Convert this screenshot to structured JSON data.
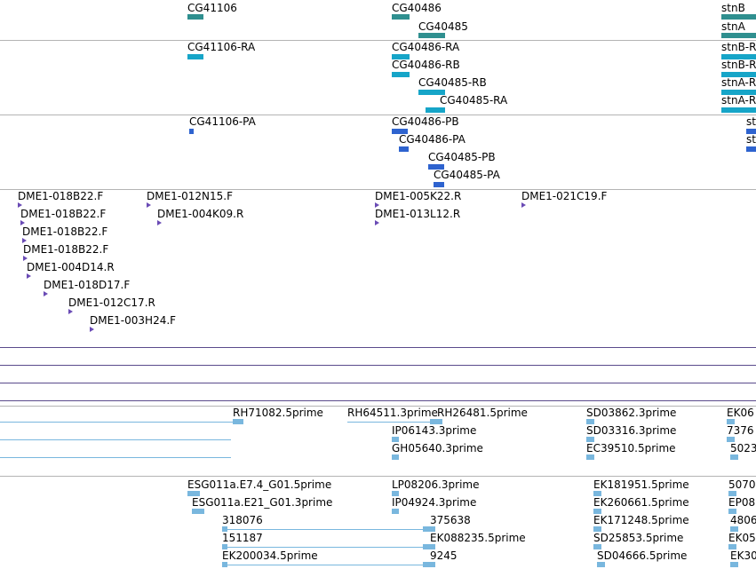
{
  "colors": {
    "gene": "#2f8f8f",
    "transcript": "#16a5c8",
    "protein": "#2e63cf",
    "bac": "#6a4bb5",
    "est": "#79b7de",
    "divider": "#b4b4b4",
    "purple_line": "#5a4a8c"
  },
  "tracks": {
    "genes": {
      "items": [
        {
          "label": "CG41106"
        },
        {
          "label": "CG40486"
        },
        {
          "label": "CG40485"
        },
        {
          "label": "stnB"
        },
        {
          "label": "stnA"
        }
      ]
    },
    "transcripts": {
      "items": [
        {
          "label": "CG41106-RA"
        },
        {
          "label": "CG40486-RA"
        },
        {
          "label": "CG40486-RB"
        },
        {
          "label": "CG40485-RB"
        },
        {
          "label": "CG40485-RA"
        },
        {
          "label": "stnB-R"
        },
        {
          "label": "stnB-R"
        },
        {
          "label": "stnA-R"
        },
        {
          "label": "stnA-R"
        }
      ]
    },
    "proteins": {
      "items": [
        {
          "label": "CG41106-PA"
        },
        {
          "label": "CG40486-PB"
        },
        {
          "label": "CG40486-PA"
        },
        {
          "label": "CG40485-PB"
        },
        {
          "label": "CG40485-PA"
        },
        {
          "label": "st"
        },
        {
          "label": "st"
        }
      ]
    },
    "bac_ends": {
      "items": [
        {
          "label": "DME1-018B22.F"
        },
        {
          "label": "DME1-018B22.F"
        },
        {
          "label": "DME1-018B22.F"
        },
        {
          "label": "DME1-018B22.F"
        },
        {
          "label": "DME1-004D14.R"
        },
        {
          "label": "DME1-018D17.F"
        },
        {
          "label": "DME1-012C17.R"
        },
        {
          "label": "DME1-003H24.F"
        },
        {
          "label": "DME1-012N15.F"
        },
        {
          "label": "DME1-004K09.R"
        },
        {
          "label": "DME1-005K22.R"
        },
        {
          "label": "DME1-013L12.R"
        },
        {
          "label": "DME1-021C19.F"
        }
      ]
    },
    "est_a": {
      "items": [
        {
          "label": "RH71082.5prime"
        },
        {
          "label": "RH64511.3prime"
        },
        {
          "label": "RH26481.5prime"
        },
        {
          "label": "IP06143.3prime"
        },
        {
          "label": "GH05640.3prime"
        },
        {
          "label": "SD03862.3prime"
        },
        {
          "label": "SD03316.3prime"
        },
        {
          "label": "EC39510.5prime"
        },
        {
          "label": "EK06"
        },
        {
          "label": "7376"
        },
        {
          "label": "5023"
        }
      ]
    },
    "est_b": {
      "items": [
        {
          "label": "ESG011a.E7.4_G01.5prime"
        },
        {
          "label": "ESG011a.E21_G01.3prime"
        },
        {
          "label": "318076"
        },
        {
          "label": "151187"
        },
        {
          "label": "EK200034.5prime"
        },
        {
          "label": "LP08206.3prime"
        },
        {
          "label": "IP04924.3prime"
        },
        {
          "label": "375638"
        },
        {
          "label": "EK088235.5prime"
        },
        {
          "label": "9245"
        },
        {
          "label": "EK181951.5prime"
        },
        {
          "label": "EK260661.5prime"
        },
        {
          "label": "EK171248.5prime"
        },
        {
          "label": "SD25853.5prime"
        },
        {
          "label": "SD04666.5prime"
        },
        {
          "label": "5070"
        },
        {
          "label": "EP08"
        },
        {
          "label": "4806"
        },
        {
          "label": "EK05"
        },
        {
          "label": "EK30"
        }
      ]
    }
  }
}
